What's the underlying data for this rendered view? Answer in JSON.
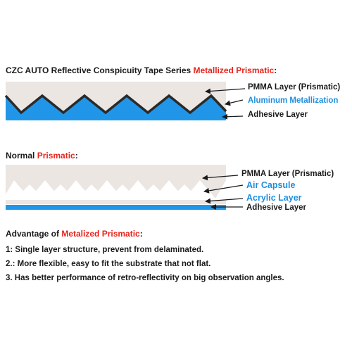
{
  "section1": {
    "title_prefix": "CZC AUTO Reflective Conspicuity Tape Series ",
    "title_highlight": "Metallized Prismatic",
    "title_suffix": ":",
    "labels": {
      "pmma": "PMMA Layer (Prismatic)",
      "aluminum": "Aluminum Metallization",
      "adhesive": "Adhesive Layer"
    }
  },
  "section2": {
    "title_prefix": "Normal ",
    "title_highlight": "Prismatic",
    "title_suffix": ":",
    "labels": {
      "pmma": "PMMA Layer (Prismatic)",
      "air": "Air Capsule",
      "acrylic": "Acrylic Layer",
      "adhesive": "Adhesive Layer"
    }
  },
  "advantages": {
    "title_prefix": "Advantage of ",
    "title_highlight": "Metalized Prismatic",
    "title_suffix": ":",
    "items": [
      "1: Single layer structure, prevent from delaminated.",
      "2.: More flexible, easy to fit the substrate that not flat.",
      "3. Has better performance of retro-reflectivity on big observation angles."
    ]
  },
  "colors": {
    "pmma": "#ebe6e2",
    "blue": "#2196e8",
    "red": "#e8231c",
    "ink": "#1a1a1a"
  }
}
